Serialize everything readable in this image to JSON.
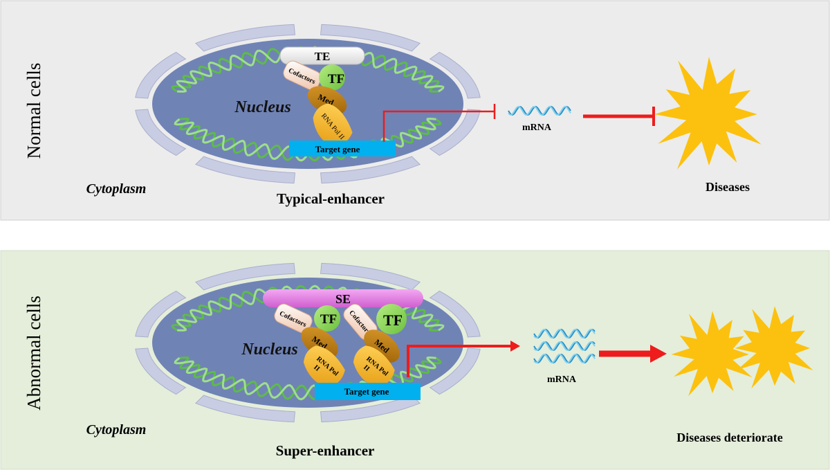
{
  "panels": [
    {
      "side_label": "Normal cells",
      "nucleus_label": "Nucleus",
      "cytoplasm_label": "Cytoplasm",
      "enhancer_label": "TE",
      "enhancer_color": "#ffffff",
      "cofactors_label": "Cofactors",
      "tf_label": "TF",
      "med_label": "Med",
      "pol_label": "RNA Pol II",
      "target_label": "Target  gene",
      "caption": "Typical-enhancer",
      "mrna_label": "mRNA",
      "outcome_label": "Diseases",
      "background": "#ececec",
      "effect": "inhibition"
    },
    {
      "side_label": "Abnormal cells",
      "nucleus_label": "Nucleus",
      "cytoplasm_label": "Cytoplasm",
      "enhancer_label": "SE",
      "enhancer_color": "#e07be0",
      "cofactors_label": "Cofactors",
      "tf_label": "TF",
      "med_label": "Med",
      "pol_label_1": "RNA Pol",
      "pol_label_2": "II",
      "target_label": "Target gene",
      "caption": "Super-enhancer",
      "mrna_label": "mRNA",
      "outcome_label": "Diseases deteriorate",
      "background": "#e4eedb",
      "effect": "activation"
    }
  ],
  "colors": {
    "nucleus": "#7083b5",
    "membrane": "#c9cde3",
    "dna": "#5dbb4a",
    "target_gene": "#00b0ef",
    "arrow": "#ee1c1c",
    "tf": "#8fd65a",
    "cofactors": "#f3d3bf",
    "med": "#c07d10",
    "pol": "#f2b027",
    "mrna": "#2a8fc4",
    "burst": "#fcc10e"
  }
}
